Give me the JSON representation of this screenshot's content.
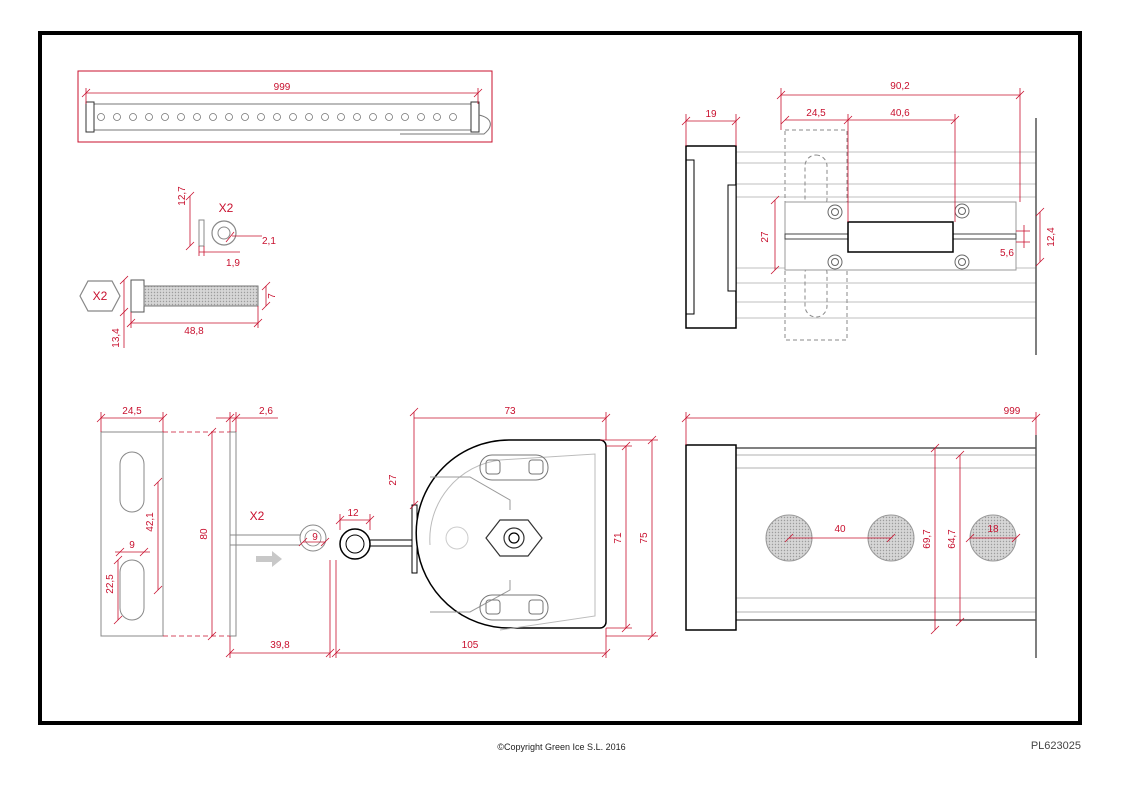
{
  "copyright": "©Copyright Green Ice S.L. 2016",
  "drawing_code": "PL623025",
  "bar": {
    "length": "999"
  },
  "washer": {
    "qty": "X2",
    "outer": "12,7",
    "thickness": "1,9",
    "hole": "2,1"
  },
  "bolt": {
    "qty": "X2",
    "head": "13,4",
    "length": "48,8",
    "diameter": "7"
  },
  "end_view": {
    "cap": "19",
    "total": "90,2",
    "bracket": "24,5",
    "span": "40,6",
    "height": "27",
    "slot": "5,6",
    "depth": "12,4"
  },
  "bracket_view": {
    "width": "24,5",
    "thickness": "2,6",
    "height": "80",
    "slot_pitch": "42,1",
    "slot_w": "9",
    "slot_len": "22,5",
    "qty": "X2",
    "ring": "9",
    "gap": "39,8",
    "pin": "12",
    "stem": "27",
    "clamp_w": "73",
    "clamp_h1": "71",
    "clamp_h2": "75",
    "clamp_len": "105"
  },
  "side_view": {
    "length": "999",
    "pitch": "40",
    "h1": "69,7",
    "h2": "64,7",
    "led": "18"
  },
  "colors": {
    "dimension": "#c8102e",
    "line": "#000000",
    "faint": "#9a9a9a"
  }
}
